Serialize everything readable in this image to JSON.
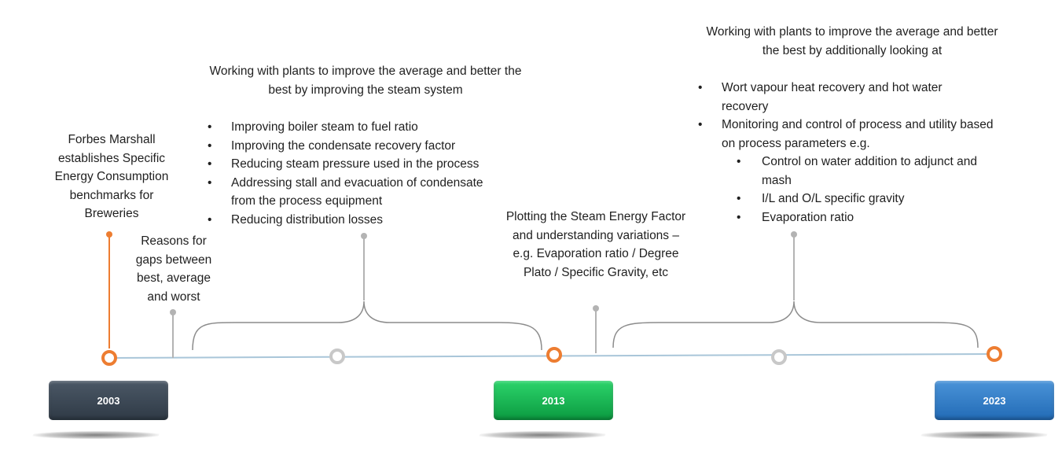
{
  "colors": {
    "timeline_line": "#a9c6d9",
    "orange": "#ed7d31",
    "gray": "#b3b3b3",
    "box_2003": "#3a4654",
    "box_2013": "#10a84a",
    "box_2023": "#2e78c2"
  },
  "years": {
    "y2003": "2003",
    "y2013": "2013",
    "y2023": "2023"
  },
  "milestones": {
    "establish": "Forbes Marshall establishes Specific Energy Consumption benchmarks for Breweries",
    "gaps": "Reasons for gaps between best, average and worst",
    "plotting": "Plotting the Steam Energy Factor and understanding variations – e.g. Evaporation ratio / Degree Plato / Specific Gravity, etc"
  },
  "steam_block": {
    "intro": "Working with plants to improve the average and better the best by improving the steam system",
    "items": [
      "Improving boiler steam to fuel ratio",
      "Improving the condensate recovery factor",
      "Reducing steam pressure used in the process",
      "Addressing stall and evacuation of condensate from the process equipment",
      "Reducing distribution losses"
    ]
  },
  "additional_block": {
    "intro": "Working with plants to improve the average and better the best by additionally looking at",
    "items": [
      "Wort vapour heat recovery and hot water recovery",
      "Monitoring and control of process and utility based on process parameters  e.g."
    ],
    "subitems": [
      "Control on water addition to adjunct and mash",
      "I/L and O/L  specific gravity",
      "Evaporation ratio"
    ]
  }
}
